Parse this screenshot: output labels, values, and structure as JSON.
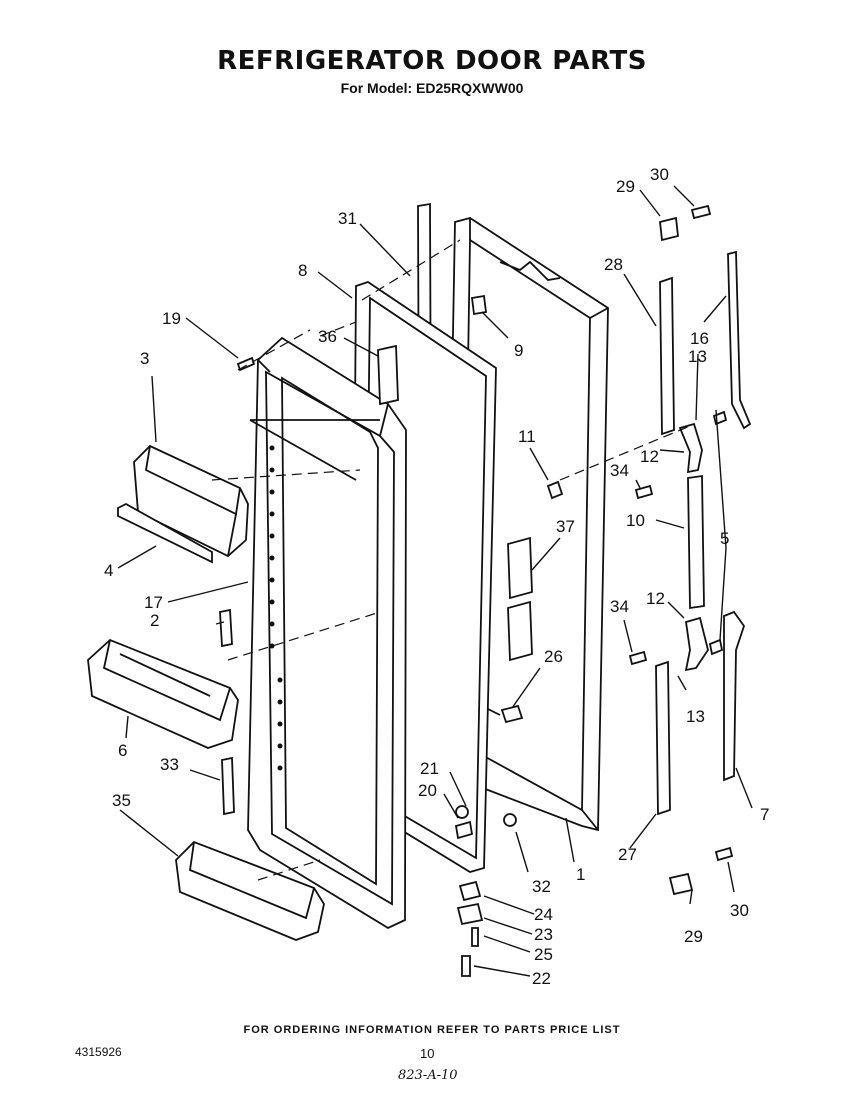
{
  "header": {
    "title": "REFRIGERATOR DOOR PARTS",
    "subtitle": "For Model: ED25RQXWW00"
  },
  "callouts": {
    "p1": "1",
    "p2": "2",
    "p3": "3",
    "p4": "4",
    "p5": "5",
    "p6": "6",
    "p7": "7",
    "p8": "8",
    "p9": "9",
    "p10": "10",
    "p11": "11",
    "p12a": "12",
    "p12b": "12",
    "p13a": "13",
    "p13b": "13",
    "p16": "16",
    "p17": "17",
    "p19": "19",
    "p20": "20",
    "p21": "21",
    "p22": "22",
    "p23": "23",
    "p24": "24",
    "p25": "25",
    "p26": "26",
    "p27": "27",
    "p28": "28",
    "p29a": "29",
    "p29b": "29",
    "p30a": "30",
    "p30b": "30",
    "p31": "31",
    "p32": "32",
    "p33": "33",
    "p34a": "34",
    "p34b": "34",
    "p35": "35",
    "p36": "36",
    "p37": "37"
  },
  "footer": {
    "note": "FOR ORDERING INFORMATION REFER TO PARTS PRICE LIST",
    "doc_number": "4315926",
    "page_number": "10",
    "handwritten_code": "823-A-10"
  }
}
